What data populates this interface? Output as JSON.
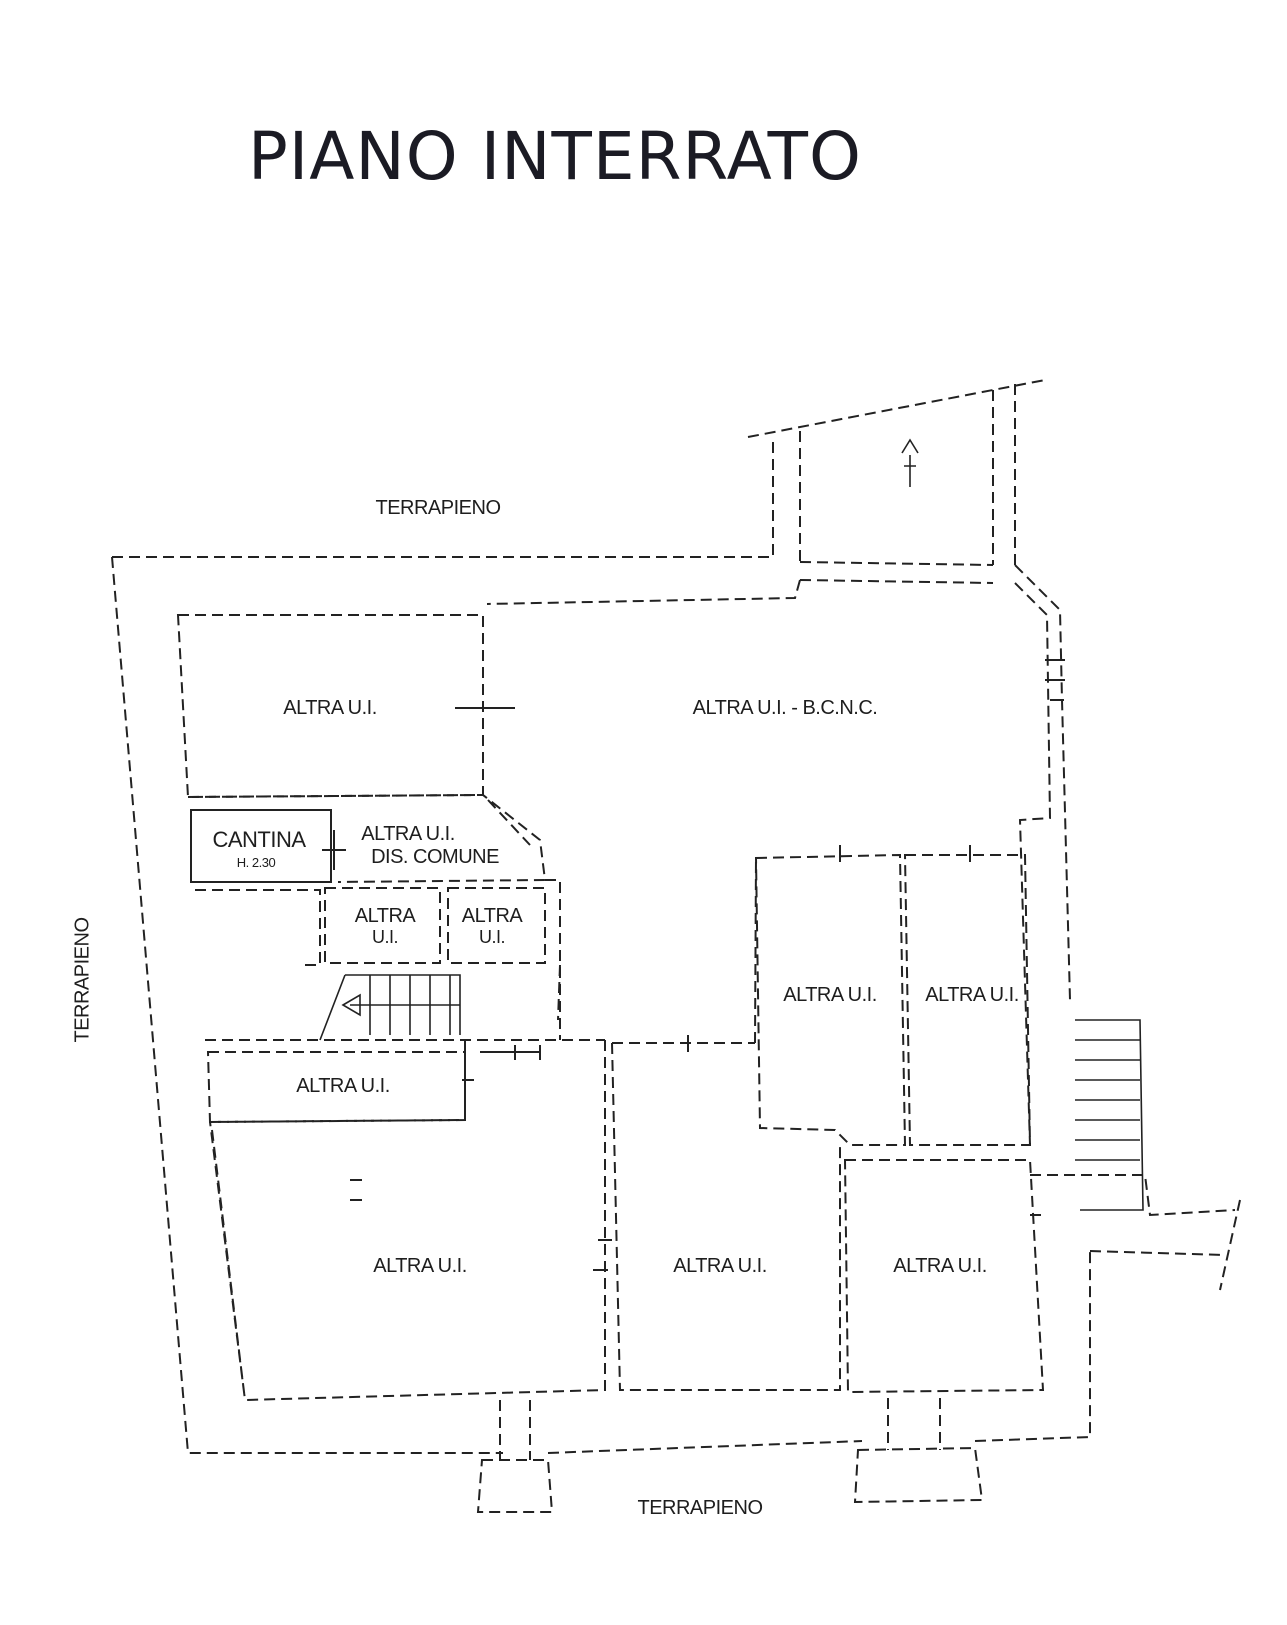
{
  "title": "PIANO INTERRATO",
  "surroundings": {
    "top": "TERRAPIENO",
    "left": "TERRAPIENO",
    "bottom": "TERRAPIENO"
  },
  "rooms": {
    "top_left": "ALTRA U.I.",
    "top_main": "ALTRA U.I. - B.C.N.C.",
    "cantina": "CANTINA",
    "cantina_height": "H. 2.30",
    "dis_comune_line1": "ALTRA U.I.",
    "dis_comune_line2": "DIS. COMUNE",
    "small_a_line1": "ALTRA",
    "small_a_line2": "U.I.",
    "small_b_line1": "ALTRA",
    "small_b_line2": "U.I.",
    "right_mid_a": "ALTRA U.I.",
    "right_mid_b": "ALTRA U.I.",
    "mid_left_strip": "ALTRA U.I.",
    "bottom_left": "ALTRA U.I.",
    "bottom_mid": "ALTRA U.I.",
    "bottom_right": "ALTRA U.I."
  }
}
